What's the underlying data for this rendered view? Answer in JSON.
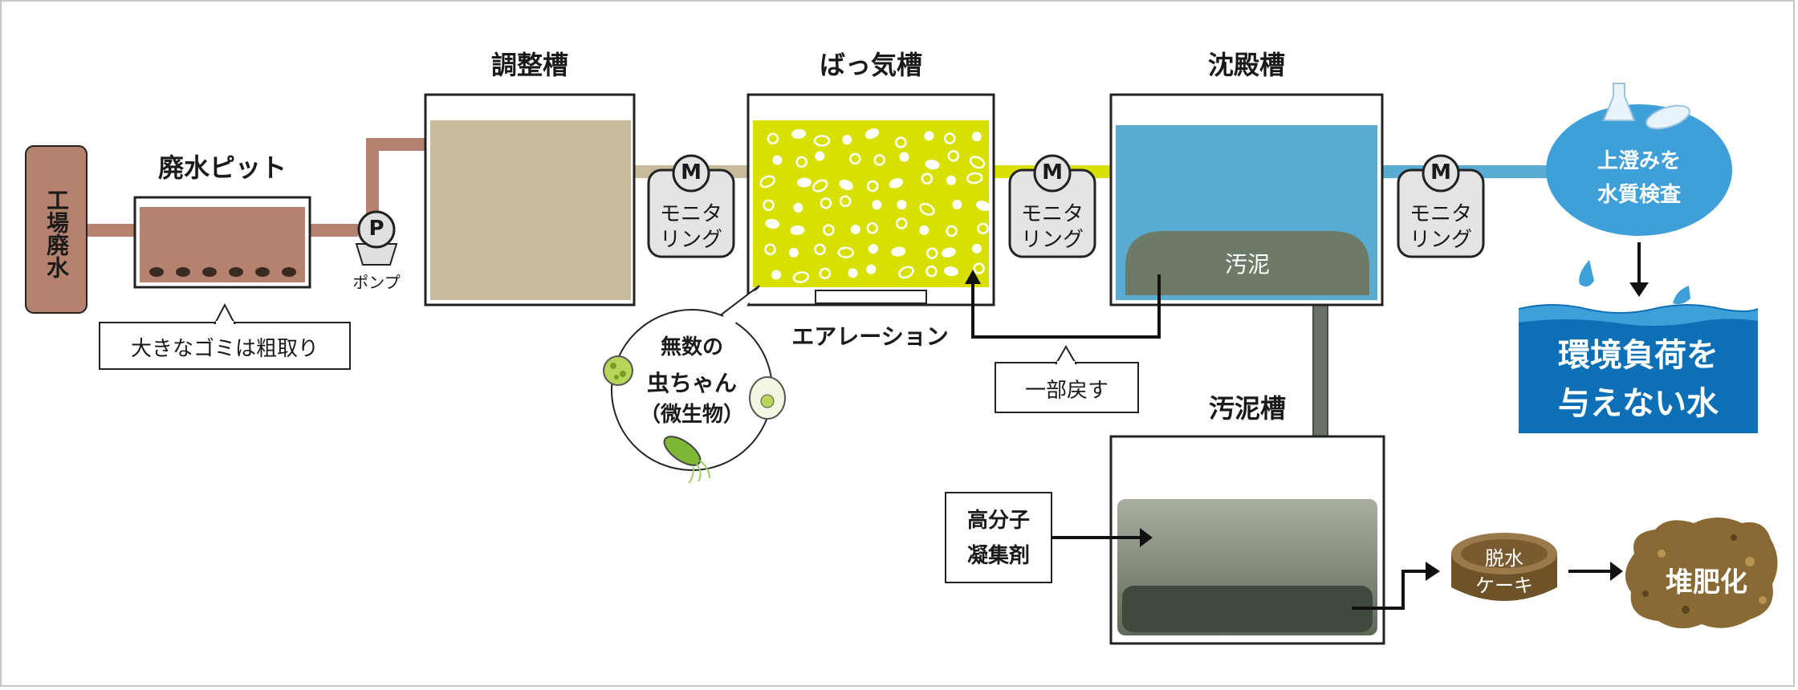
{
  "factory": {
    "label": "工場廃水",
    "color": "#b5826f"
  },
  "pit": {
    "title": "廃水ピット",
    "callout": "大きなゴミは粗取り"
  },
  "pump": {
    "letter": "P",
    "label": "ポンプ"
  },
  "tanks": {
    "adjust": {
      "title": "調整槽",
      "fill": "#c8bb9c"
    },
    "aeration": {
      "title": "ばっ気槽",
      "fill": "#d8e000",
      "caption": "エアレーション"
    },
    "settle": {
      "title": "沈殿槽",
      "fill": "#5aabd1",
      "sludge_label": "汚泥"
    },
    "sludge": {
      "title": "汚泥槽"
    }
  },
  "monitor": {
    "letter": "M",
    "line1": "モニタ",
    "line2": "リング"
  },
  "microbe_bubble": {
    "line1": "無数の",
    "line2": "虫ちゃん",
    "line3": "（微生物）"
  },
  "return_label": "一部戻す",
  "inspect": {
    "line1": "上澄みを",
    "line2": "水質検査",
    "color": "#3f9fd8"
  },
  "result": {
    "line1": "環境負荷を",
    "line2": "与えない水",
    "color": "#0d6fb6"
  },
  "flocculant": {
    "line1": "高分子",
    "line2": "凝集剤"
  },
  "cake": {
    "line1": "脱水",
    "line2": "ケーキ"
  },
  "compost": {
    "label": "堆肥化"
  }
}
